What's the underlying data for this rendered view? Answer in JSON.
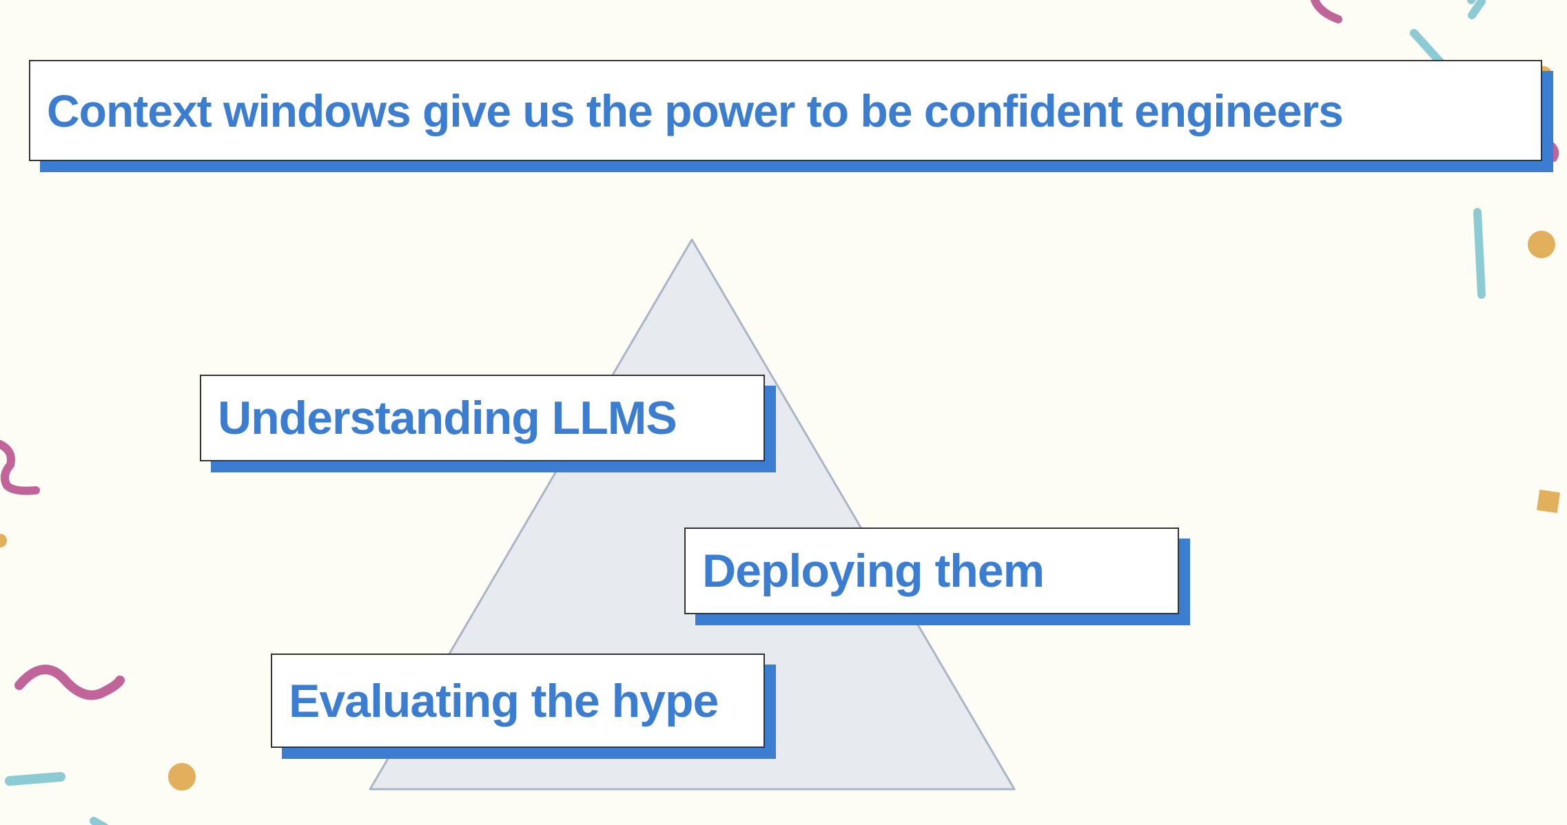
{
  "slide": {
    "title": "Context windows give us the power to be confident engineers",
    "items": [
      {
        "label": "Understanding LLMS"
      },
      {
        "label": "Deploying them"
      },
      {
        "label": "Evaluating the hype"
      }
    ]
  },
  "colors": {
    "background": "#fefdf5",
    "accent": "#3b7dd0",
    "triangle_fill": "#e7eaef",
    "triangle_stroke": "#a9b5c6",
    "confetti_pink": "#c0649a",
    "confetti_teal": "#8ccbd3",
    "confetti_gold": "#e2b05c"
  }
}
